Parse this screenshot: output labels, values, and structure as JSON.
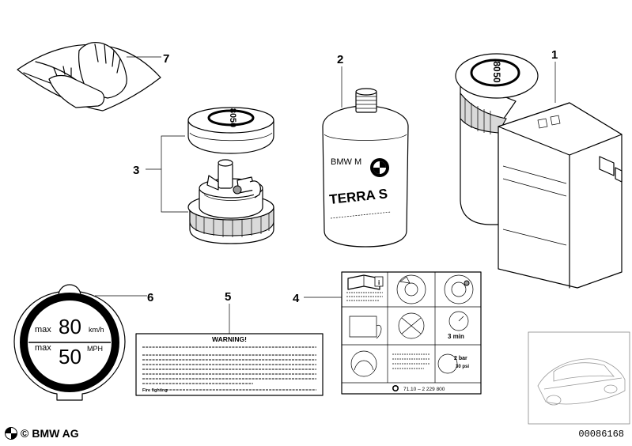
{
  "callouts": {
    "c1": "1",
    "c2": "2",
    "c3": "3",
    "c4": "4",
    "c5": "5",
    "c6": "6",
    "c7": "7"
  },
  "compressor_label": {
    "top": "80",
    "bottom": "50"
  },
  "cap_label": {
    "top": "80",
    "bottom": "50"
  },
  "bottle": {
    "brand": "BMW M",
    "product": "TERRA S"
  },
  "speed_sticker": {
    "max_label_top": "max",
    "value_top": "80",
    "unit_top": "km/h",
    "max_label_bottom": "max",
    "value_bottom": "50",
    "unit_bottom": "MPH"
  },
  "warning_label": {
    "title": "WARNING!",
    "footer_bold": "Fire fighting"
  },
  "instruction_sheet": {
    "step_time": "3 min",
    "pressure": "2 bar",
    "pressure_psi": "30 psi",
    "part_number": "71.10 – 2 229 800"
  },
  "footer": {
    "brand": "BMW AG",
    "doc_number": "00086168"
  },
  "colors": {
    "line": "#000000",
    "shade": "#d9d9d9",
    "dark_shade": "#9a9a9a"
  }
}
